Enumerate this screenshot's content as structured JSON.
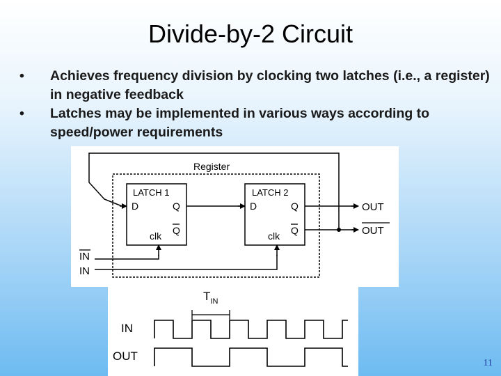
{
  "slide": {
    "title": "Divide-by-2 Circuit",
    "bullets": [
      "Achieves frequency division by clocking two latches (i.e., a register) in negative feedback",
      "Latches may be implemented in various ways according to speed/power requirements"
    ],
    "bullet_symbol": "•",
    "page_number": "11"
  },
  "circuit": {
    "register_label": "Register",
    "latch1": {
      "name": "LATCH 1",
      "d": "D",
      "q": "Q",
      "qbar": "Q",
      "clk": "clk"
    },
    "latch2": {
      "name": "LATCH 2",
      "d": "D",
      "q": "Q",
      "qbar": "Q",
      "clk": "clk"
    },
    "in_bar_label": "IN",
    "in_label": "IN",
    "out_label": "OUT",
    "out_bar_label": "OUT"
  },
  "waveform": {
    "period_label": "T",
    "period_subscript": "IN",
    "in_label": "IN",
    "out_label": "OUT"
  },
  "colors": {
    "title_text": "#000000",
    "page_number": "#1f3f9f",
    "background_bottom": "#6dbbf1"
  }
}
